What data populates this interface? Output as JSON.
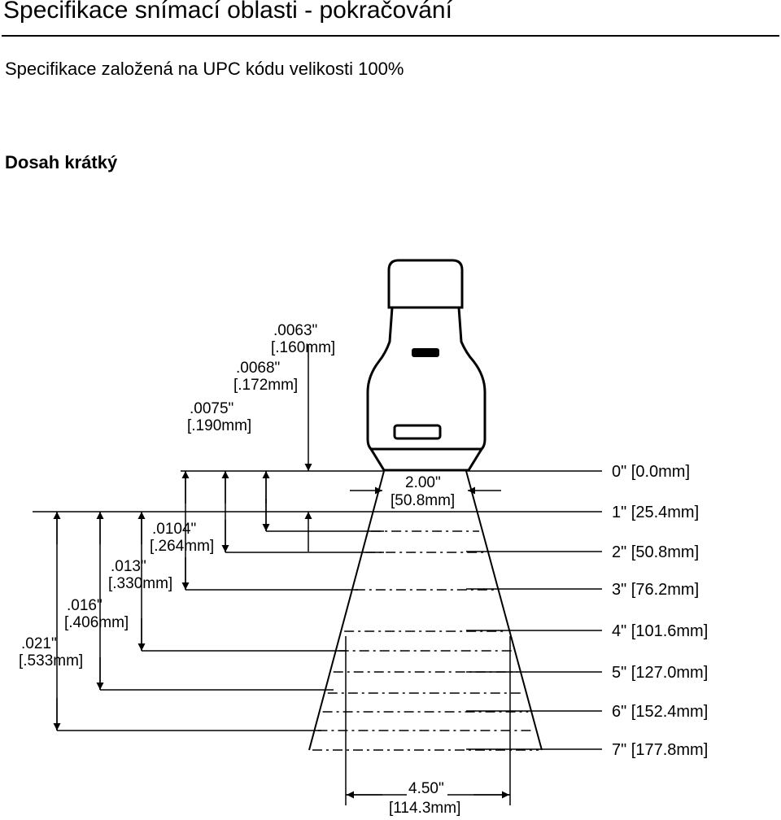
{
  "header": {
    "title": "Specifikace snímací oblasti - pokračování",
    "subtitle": "Specifikace založená na UPC kódu velikosti 100%",
    "section": "Dosah krátký"
  },
  "diagram": {
    "distances": [
      "0\" [0.0mm]",
      "1\" [25.4mm]",
      "2\" [50.8mm]",
      "3\" [76.2mm]",
      "4\" [101.6mm]",
      "5\" [127.0mm]",
      "6\" [152.4mm]",
      "7\" [177.8mm]"
    ],
    "resolutions": [
      {
        "inch": ".0063\"",
        "mm": "[.160mm]"
      },
      {
        "inch": ".0068\"",
        "mm": "[.172mm]"
      },
      {
        "inch": ".0075\"",
        "mm": "[.190mm]"
      },
      {
        "inch": ".0104\"",
        "mm": "[.264mm]"
      },
      {
        "inch": ".013\"",
        "mm": "[.330mm]"
      },
      {
        "inch": ".016\"",
        "mm": "[.406mm]"
      },
      {
        "inch": ".021\"",
        "mm": "[.533mm]"
      }
    ],
    "near_width": {
      "inch": "2.00\"",
      "mm": "[50.8mm]"
    },
    "far_width": {
      "inch": "4.50\"",
      "mm": "[114.3mm]"
    }
  }
}
